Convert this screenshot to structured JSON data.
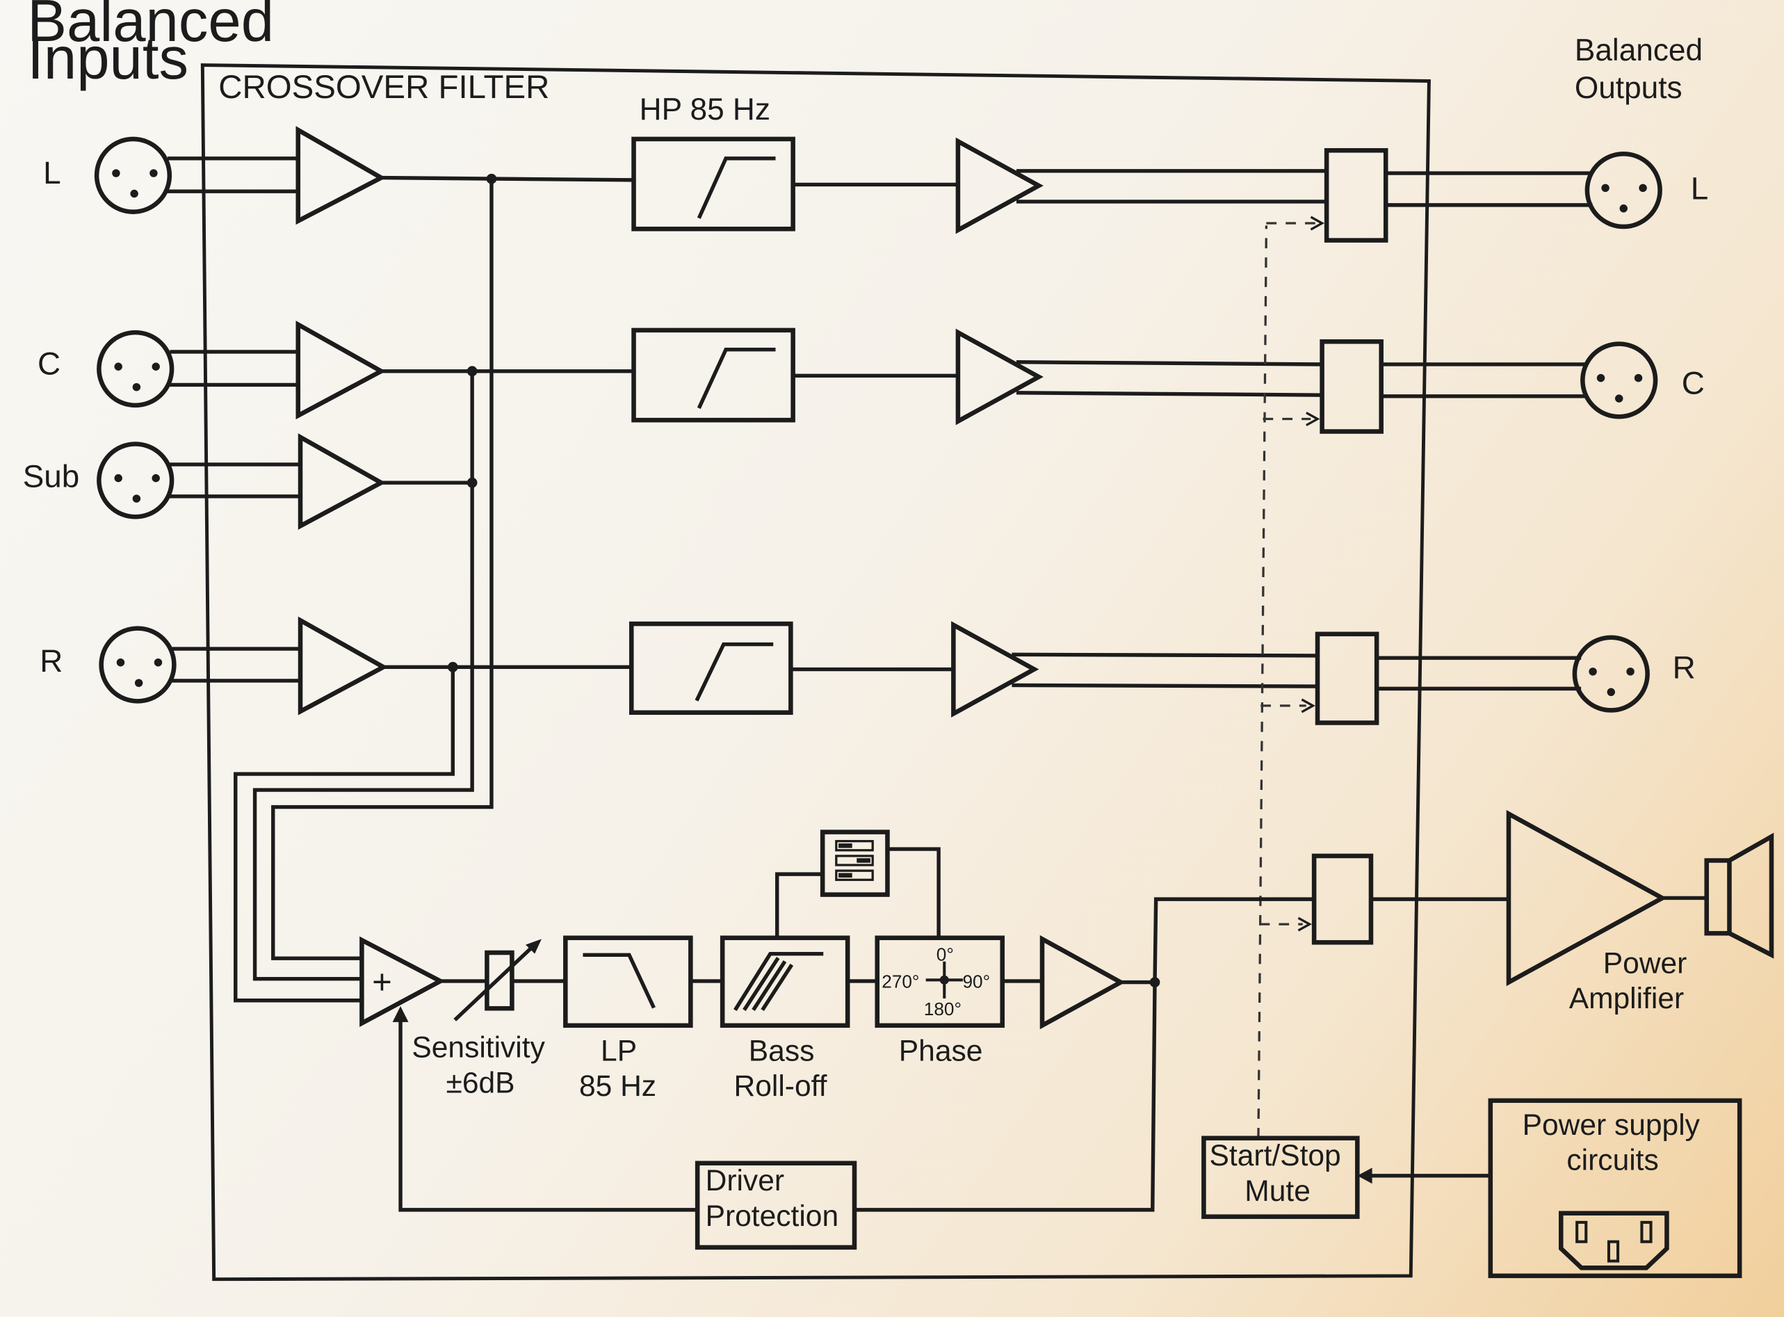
{
  "title": "CROSSOVER FILTER",
  "inputs": {
    "heading_line1": "Balanced",
    "heading_line2": "Inputs",
    "channels": [
      "L",
      "C",
      "Sub",
      "R"
    ]
  },
  "outputs": {
    "heading_line1": "Balanced",
    "heading_line2": "Outputs",
    "channels": [
      "L",
      "C",
      "R"
    ]
  },
  "highpass_label": "HP 85 Hz",
  "sub_chain": {
    "sensitivity_line1": "Sensitivity",
    "sensitivity_line2": "±6dB",
    "lowpass_line1": "LP",
    "lowpass_line2": "85 Hz",
    "bass_line1": "Bass",
    "bass_line2": "Roll-off",
    "phase_label": "Phase",
    "phase_0": "0°",
    "phase_90": "90°",
    "phase_180": "180°",
    "phase_270": "270°",
    "summer_symbol": "+"
  },
  "driver_protection_line1": "Driver",
  "driver_protection_line2": "Protection",
  "mute_line1": "Start/Stop",
  "mute_line2": "Mute",
  "power_supply_line1": "Power supply",
  "power_supply_line2": "circuits",
  "amplifier_line1": "Power",
  "amplifier_line2": "Amplifier"
}
